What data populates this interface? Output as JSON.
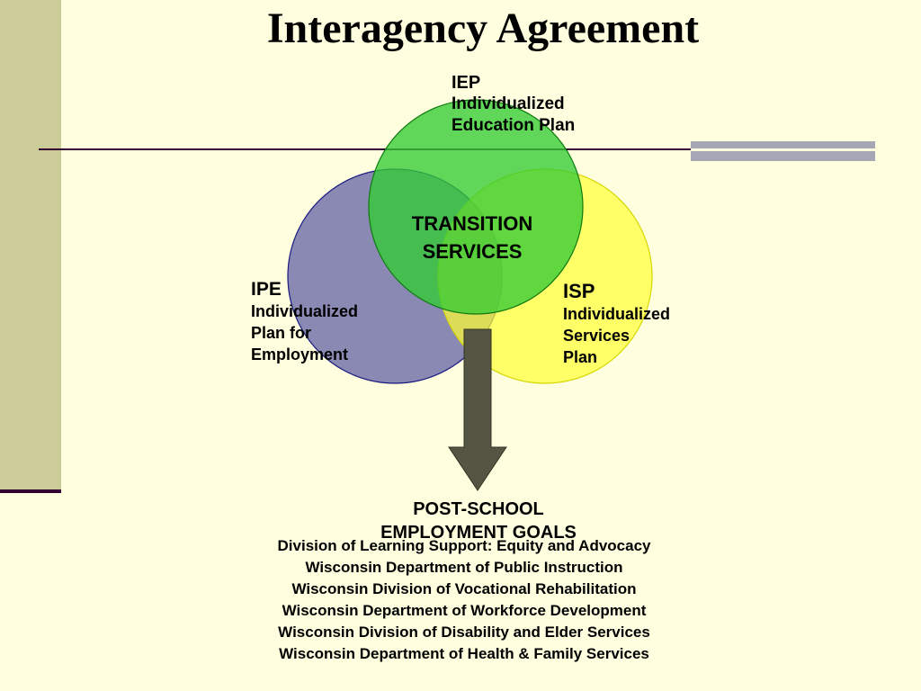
{
  "title": "Interagency Agreement",
  "colors": {
    "background": "#ffffe0",
    "left_bar": "#cccc99",
    "rule": "#330033",
    "accent_bars": "#a6a6b4",
    "ipe_circle": "#8080b8",
    "isp_circle": "#ffff40",
    "iep_circle": "#33cc33",
    "arrow": "#555544"
  },
  "circles": {
    "iep": {
      "abbr": "IEP",
      "name": "Individualized\nEducation Plan"
    },
    "ipe": {
      "abbr": "IPE",
      "name": "Individualized\nPlan for\nEmployment"
    },
    "isp": {
      "abbr": "ISP",
      "name": "Individualized\nServices\nPlan"
    }
  },
  "center": "TRANSITION\nSERVICES",
  "outcome": "POST-SCHOOL\nEMPLOYMENT GOALS",
  "agencies": [
    "Division of Learning Support: Equity and Advocacy",
    "Wisconsin Department of Public Instruction",
    "Wisconsin Division of Vocational Rehabilitation",
    "Wisconsin Department of Workforce Development",
    "Wisconsin Division of Disability and Elder Services",
    "Wisconsin Department of Health & Family Services"
  ]
}
